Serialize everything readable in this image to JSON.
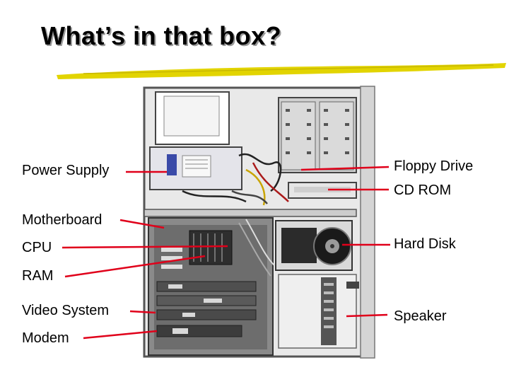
{
  "slide": {
    "title": "What’s in that box?"
  },
  "labels": {
    "power_supply": "Power Supply",
    "motherboard": "Motherboard",
    "cpu": "CPU",
    "ram": "RAM",
    "video_system": "Video System",
    "modem": "Modem",
    "floppy_drive": "Floppy Drive",
    "cd_rom": "CD ROM",
    "hard_disk": "Hard Disk",
    "speaker": "Speaker"
  },
  "colors": {
    "leader_line": "#e0001a",
    "title_underline": "#e2d400",
    "title_shadow": "#9a9a9a"
  }
}
